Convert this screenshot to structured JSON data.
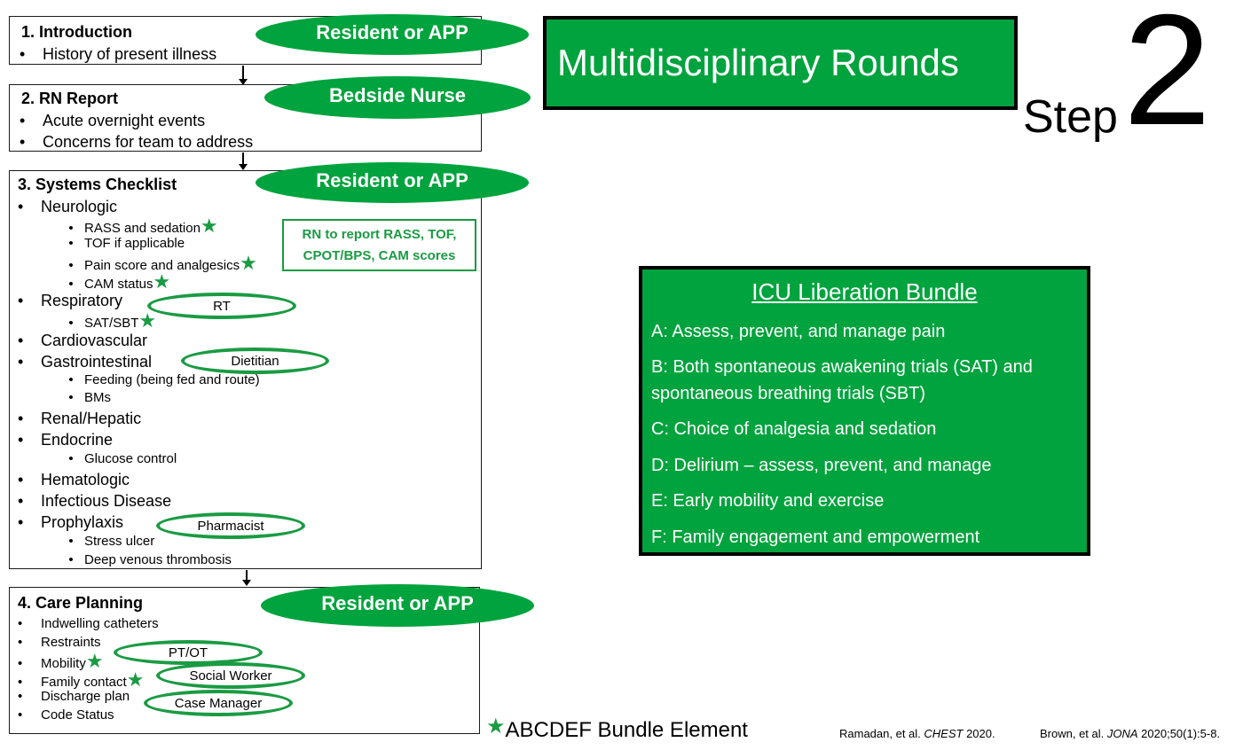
{
  "sections": {
    "intro": {
      "title": "1.  Introduction",
      "items": [
        "History of present illness"
      ],
      "role": "Resident or APP"
    },
    "rn_report": {
      "title": "2.  RN Report",
      "items": [
        "Acute overnight events",
        "Concerns for team to address"
      ],
      "role": "Bedside Nurse"
    },
    "systems": {
      "title": "3.  Systems Checklist",
      "role": "Resident or APP",
      "neurologic": "Neurologic",
      "rass": "RASS and sedation",
      "tof": "TOF if applicable",
      "pain": "Pain score and analgesics",
      "cam": "CAM status",
      "respiratory": "Respiratory",
      "sat_sbt": "SAT/SBT",
      "cardiovascular": "Cardiovascular",
      "gastrointestinal": "Gastrointestinal",
      "feeding": "Feeding (being fed and route)",
      "bms": "BMs",
      "renal": "Renal/Hepatic",
      "endocrine": "Endocrine",
      "glucose": "Glucose control",
      "hematologic": "Hematologic",
      "infectious": "Infectious Disease",
      "prophylaxis": "Prophylaxis",
      "stress_ulcer": "Stress ulcer",
      "dvt": "Deep venous thrombosis",
      "rt": "RT",
      "dietitian": "Dietitian",
      "pharmacist": "Pharmacist",
      "note_line1": "RN to report RASS, TOF,",
      "note_line2": "CPOT/BPS, CAM scores"
    },
    "care": {
      "title": "4.  Care Planning",
      "role": "Resident or APP",
      "indwelling": "Indwelling catheters",
      "restraints": "Restraints",
      "mobility": "Mobility",
      "family": "Family contact",
      "discharge": "Discharge plan",
      "code": "Code Status",
      "ptot": "PT/OT",
      "social": "Social Worker",
      "case": "Case Manager"
    }
  },
  "header": {
    "title": "Multidisciplinary Rounds",
    "step_word": "Step",
    "step_num": "2"
  },
  "bundle": {
    "heading": "ICU Liberation Bundle",
    "a": "A: Assess, prevent, and manage pain",
    "b1": "B: Both spontaneous awakening trials (SAT) and",
    "b2": "spontaneous breathing trials (SBT)",
    "c": "C: Choice of analgesia and sedation",
    "d": "D: Delirium – assess, prevent, and manage",
    "e": "E: Early mobility and exercise",
    "f": "F: Family engagement and empowerment"
  },
  "legend": {
    "star": "★",
    "label": "ABCDEF Bundle Element"
  },
  "citations": {
    "c1_pre": "Ramadan, et al. ",
    "c1_journal": "CHEST",
    "c1_post": " 2020.",
    "c2_pre": "Brown, et al. ",
    "c2_journal": "JONA",
    "c2_post": " 2020;50(1):5-8."
  },
  "bullet": "•",
  "colors": {
    "green": "#00a33d",
    "ring": "#1a9b43"
  }
}
